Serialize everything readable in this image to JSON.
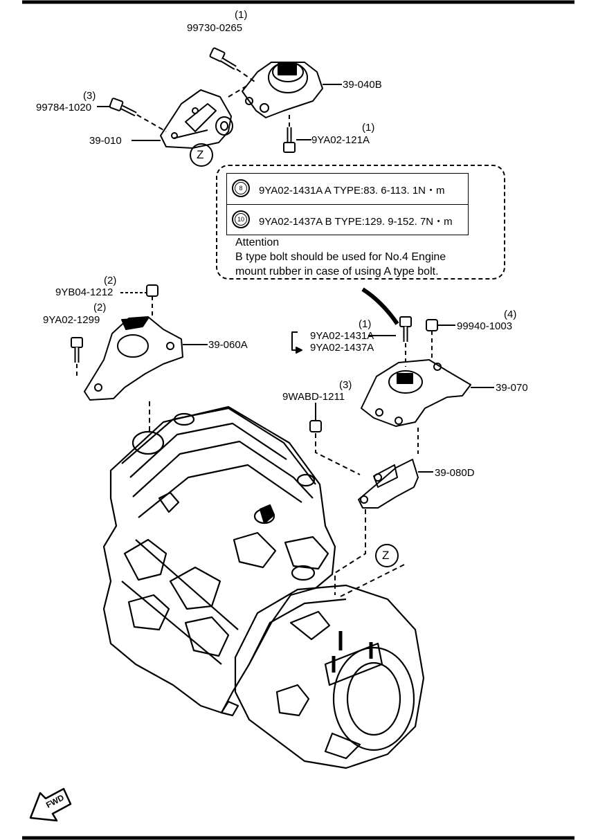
{
  "parts": {
    "bolt_top": {
      "qty": "(1)",
      "number": "99730-0265"
    },
    "bolt_left": {
      "qty": "(3)",
      "number": "99784-1020"
    },
    "mount_top_right": {
      "number": "39-040B"
    },
    "bracket_left": {
      "number": "39-010"
    },
    "bolt_under_top_mount": {
      "qty": "(1)",
      "number": "9YA02-121A"
    },
    "nut_left_mount": {
      "qty": "(2)",
      "number": "9YB04-1212"
    },
    "bolt_left_mount": {
      "qty": "(2)",
      "number": "9YA02-1299"
    },
    "mount_left": {
      "number": "39-060A"
    },
    "bolt_center": {
      "qty": "(1)",
      "number_a": "9YA02-1431A",
      "number_b": "9YA02-1437A"
    },
    "nut_right": {
      "qty": "(4)",
      "number": "99940-1003"
    },
    "mount_right": {
      "number": "39-070"
    },
    "nut_center": {
      "qty": "(3)",
      "number": "9WABD-1211"
    },
    "bracket_right": {
      "number": "39-080D"
    }
  },
  "callouts": {
    "z_top": "Z",
    "z_bottom": "Z"
  },
  "torque_table": [
    {
      "badge": "8",
      "text": "9YA02-1431A  A TYPE:83. 6-113. 1N・m"
    },
    {
      "badge": "10",
      "text": "9YA02-1437A  B TYPE:129. 9-152. 7N・m"
    }
  ],
  "attention": {
    "title": "Attention",
    "line1": "B type bolt should be used for No.4 Engine",
    "line2": "mount rubber in case of using A type bolt."
  },
  "fwd_label": "FWD"
}
